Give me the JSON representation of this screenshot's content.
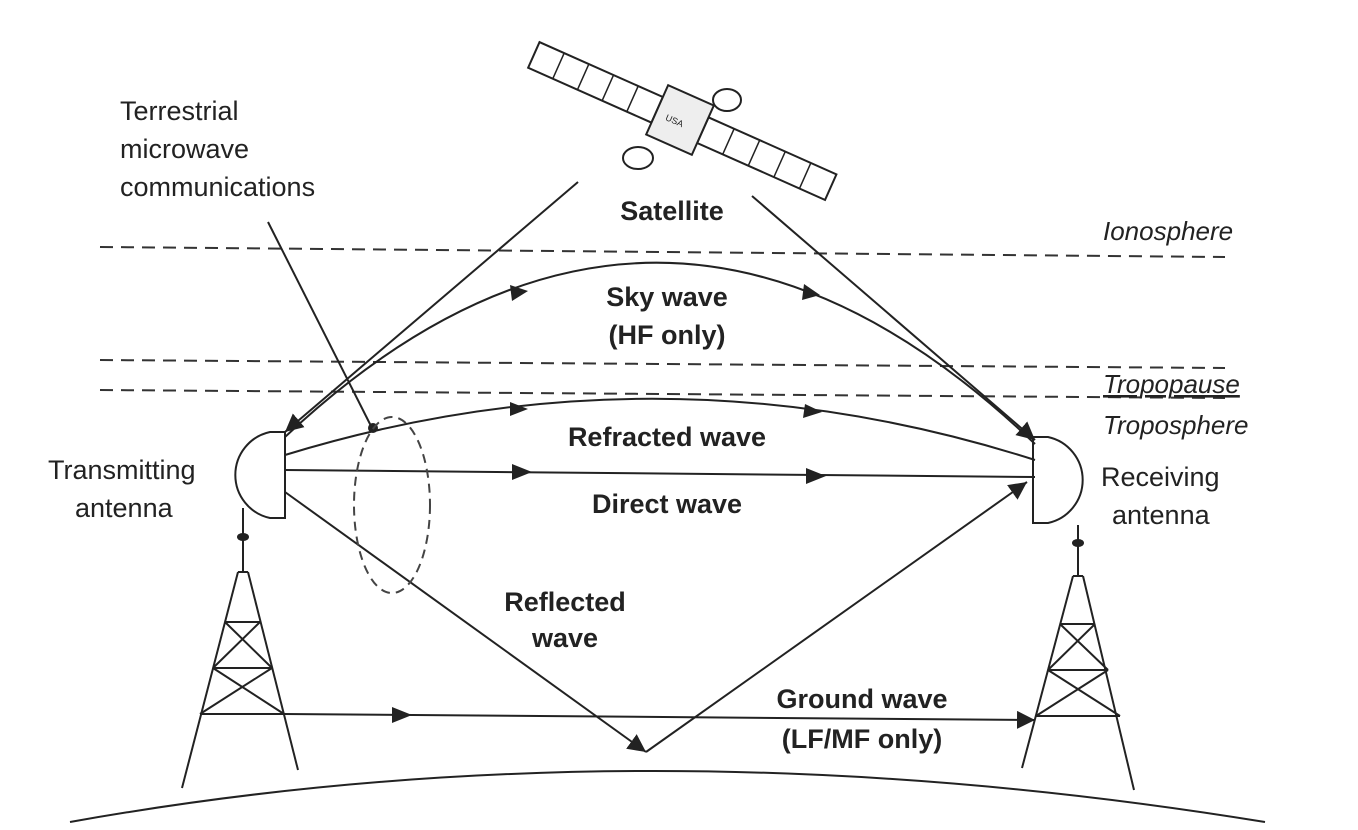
{
  "labels": {
    "satellite": "Satellite",
    "terrestrial_line1": "Terrestrial",
    "terrestrial_line2": "microwave",
    "terrestrial_line3": "communications",
    "ionosphere": "Ionosphere",
    "tropopause": "Tropopause",
    "troposphere": "Troposphere",
    "sky_wave_line1": "Sky wave",
    "sky_wave_line2": "(HF only)",
    "refracted_wave": "Refracted wave",
    "direct_wave": "Direct wave",
    "reflected_line1": "Reflected",
    "reflected_line2": "wave",
    "ground_wave_line1": "Ground wave",
    "ground_wave_line2": "(LF/MF only)",
    "transmitting_line1": "Transmitting",
    "transmitting_line2": "antenna",
    "receiving_line1": "Receiving",
    "receiving_line2": "antenna",
    "satellite_badge": "USA"
  }
}
